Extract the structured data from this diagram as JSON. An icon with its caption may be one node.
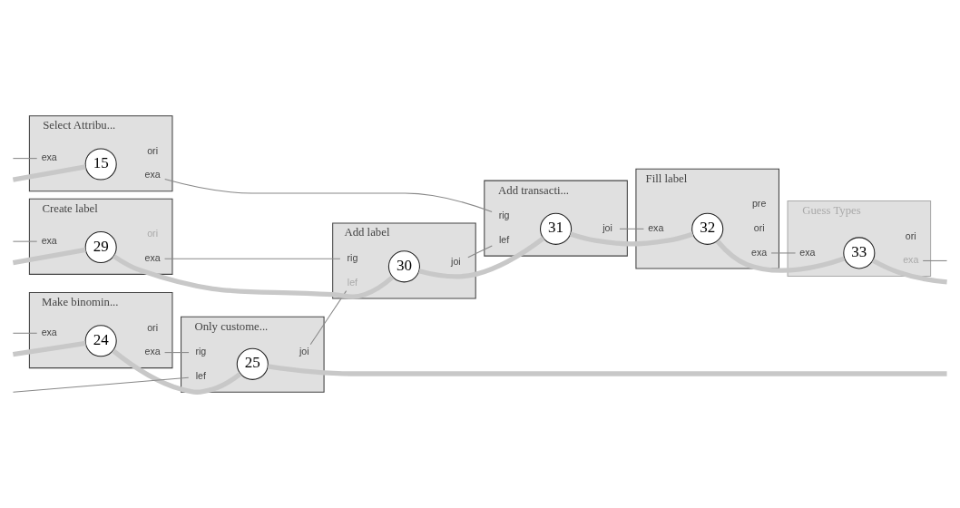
{
  "diagram": {
    "nodes": [
      {
        "text": [
          "Only custome..."
        ]
      },
      {
        "text": [
          "lef"
        ],
        "in": 0
      },
      {
        "text": [
          "rig"
        ],
        "in": 0
      },
      {
        "text": [
          "joi"
        ],
        "in": 0
      },
      {
        "text": [
          "25"
        ],
        "in": 0
      },
      {
        "text": [
          "Create label"
        ]
      },
      {
        "text": [
          "exa"
        ],
        "in": 5
      },
      {
        "text": [
          "exa"
        ],
        "in": 5
      },
      {
        "text": [
          "ori"
        ],
        "in": 5
      },
      {
        "text": [
          "29"
        ],
        "in": 5
      },
      {
        "text": [
          "Make binomin..."
        ]
      },
      {
        "text": [
          "exa"
        ],
        "in": 10
      },
      {
        "text": [
          "exa"
        ],
        "in": 10
      },
      {
        "text": [
          "ori"
        ],
        "in": 10
      },
      {
        "text": [
          "24"
        ],
        "in": 10
      },
      {
        "text": [
          "Select Attribu..."
        ]
      },
      {
        "text": [
          "exa"
        ],
        "in": 15
      },
      {
        "text": [
          "exa"
        ],
        "in": 15
      },
      {
        "text": [
          "ori"
        ],
        "in": 15
      },
      {
        "text": [
          "15"
        ],
        "in": 15
      },
      {
        "text": [
          "Add label"
        ]
      },
      {
        "text": [
          "lef"
        ],
        "in": 20
      },
      {
        "text": [
          "rig"
        ],
        "in": 20
      },
      {
        "text": [
          "joi"
        ],
        "in": 20
      },
      {
        "text": [
          "30"
        ],
        "in": 20
      },
      {
        "text": [
          "Add transacti..."
        ]
      },
      {
        "text": [
          "lef"
        ],
        "in": 25
      },
      {
        "text": [
          "rig"
        ],
        "in": 25
      },
      {
        "text": [
          "joi"
        ],
        "in": 25
      },
      {
        "text": [
          "31"
        ],
        "in": 25
      },
      {
        "text": [
          "Fill label"
        ]
      },
      {
        "text": [
          "exa"
        ],
        "in": 30
      },
      {
        "text": [
          "exa"
        ],
        "in": 30
      },
      {
        "text": [
          "ori"
        ],
        "in": 30
      },
      {
        "text": [
          "pre"
        ],
        "in": 30
      },
      {
        "text": [
          "32"
        ],
        "in": 30
      },
      {
        "text": [
          "Guess Types"
        ]
      },
      {
        "text": [
          "exa"
        ],
        "in": 36
      },
      {
        "text": [
          "exa"
        ],
        "in": 36
      },
      {
        "text": [
          "ori"
        ],
        "in": 36
      },
      {
        "text": [
          "33"
        ],
        "in": 36
      }
    ],
    "edges": [
      {
        "from": null,
        "to": 1,
        "arrow": "none"
      },
      {
        "from": 12,
        "to": 2,
        "arrow": "none"
      },
      {
        "from": null,
        "to": 6,
        "arrow": "none"
      },
      {
        "from": null,
        "to": 11,
        "arrow": "none"
      },
      {
        "from": null,
        "to": 16,
        "arrow": "none"
      },
      {
        "from": 3,
        "to": 21,
        "arrow": "none"
      },
      {
        "from": 7,
        "to": 22,
        "arrow": "none"
      },
      {
        "from": 23,
        "to": 26,
        "arrow": "none"
      },
      {
        "from": 17,
        "to": 27,
        "arrow": "none"
      },
      {
        "from": 28,
        "to": 31,
        "arrow": "none"
      },
      {
        "from": 32,
        "to": 37,
        "arrow": "none"
      },
      {
        "from": 38,
        "to": null,
        "arrow": "none"
      },
      {
        "from": null,
        "to": 14,
        "arrow": "none",
        "style": "thick",
        "color": "#c8c8c8"
      },
      {
        "from": 14,
        "to": 4,
        "arrow": "none",
        "style": "thick",
        "color": "#c8c8c8"
      },
      {
        "from": 4,
        "to": null,
        "arrow": "none",
        "style": "thick",
        "color": "#c8c8c8"
      },
      {
        "from": null,
        "to": 9,
        "arrow": "none",
        "style": "thick",
        "color": "#c8c8c8"
      },
      {
        "from": 9,
        "to": 24,
        "arrow": "none",
        "style": "thick",
        "color": "#c8c8c8"
      },
      {
        "from": 24,
        "to": 29,
        "arrow": "none",
        "style": "thick",
        "color": "#c8c8c8"
      },
      {
        "from": 29,
        "to": 35,
        "arrow": "none",
        "style": "thick",
        "color": "#c8c8c8"
      },
      {
        "from": 35,
        "to": 40,
        "arrow": "none",
        "style": "thick",
        "color": "#c8c8c8"
      },
      {
        "from": 40,
        "to": null,
        "arrow": "none",
        "style": "thick",
        "color": "#c8c8c8"
      },
      {
        "from": null,
        "to": 19,
        "arrow": "none",
        "style": "thick",
        "color": "#c8c8c8"
      }
    ]
  }
}
